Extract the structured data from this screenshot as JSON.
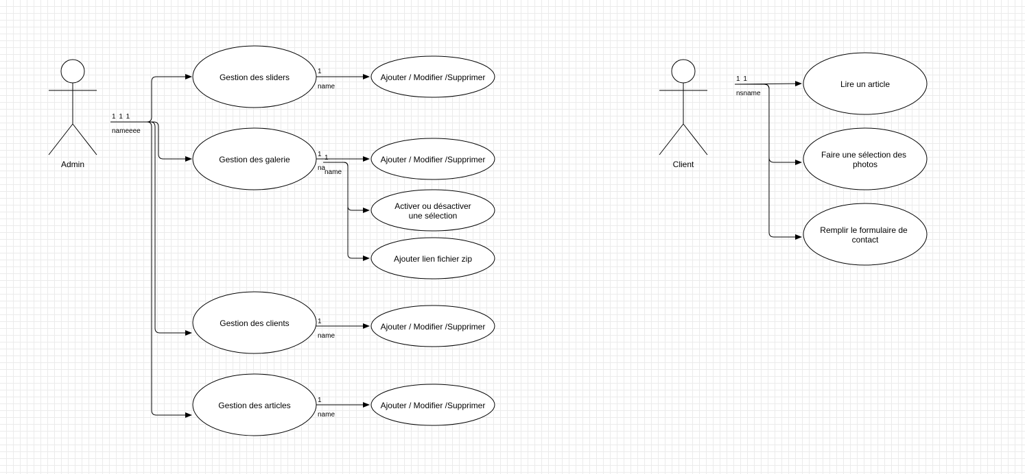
{
  "actors": {
    "admin": {
      "label": "Admin"
    },
    "client": {
      "label": "Client"
    }
  },
  "use_cases": {
    "sliders": {
      "lines": [
        "Gestion des sliders"
      ]
    },
    "galerie": {
      "lines": [
        "Gestion des galerie"
      ]
    },
    "clients": {
      "lines": [
        "Gestion des clients"
      ]
    },
    "articles": {
      "lines": [
        "Gestion des articles"
      ]
    },
    "sliders_crud": {
      "lines": [
        "Ajouter / Modifier /Supprimer"
      ]
    },
    "galerie_crud": {
      "lines": [
        "Ajouter / Modifier /Supprimer"
      ]
    },
    "activer": {
      "lines": [
        "Activer ou désactiver",
        "une sélection"
      ]
    },
    "zip": {
      "lines": [
        "Ajouter lien fichier zip"
      ]
    },
    "clients_crud": {
      "lines": [
        "Ajouter / Modifier /Supprimer"
      ]
    },
    "articles_crud": {
      "lines": [
        "Ajouter / Modifier /Supprimer"
      ]
    },
    "lire": {
      "lines": [
        "Lire un article"
      ]
    },
    "selection": {
      "lines": [
        "Faire une sélection des",
        "photos"
      ]
    },
    "formulaire": {
      "lines": [
        "Remplir le formulaire de",
        "contact"
      ]
    }
  },
  "edge_labels": {
    "admin_multiplicity": "1 1 1",
    "admin_name": "nameeee",
    "sliders_mult": "1",
    "sliders_name": "name",
    "galerie_mult": "1",
    "galerie_mult2": "1",
    "galerie_name": "name",
    "galerie_name_overlap": "na",
    "clients_mult": "1",
    "clients_name": "name",
    "articles_mult": "1",
    "articles_name": "name",
    "client_multiplicity": "1 1",
    "client_name": "nsname"
  },
  "colors": {
    "stroke": "#000000",
    "fill": "#ffffff",
    "grid": "#ebebeb"
  }
}
